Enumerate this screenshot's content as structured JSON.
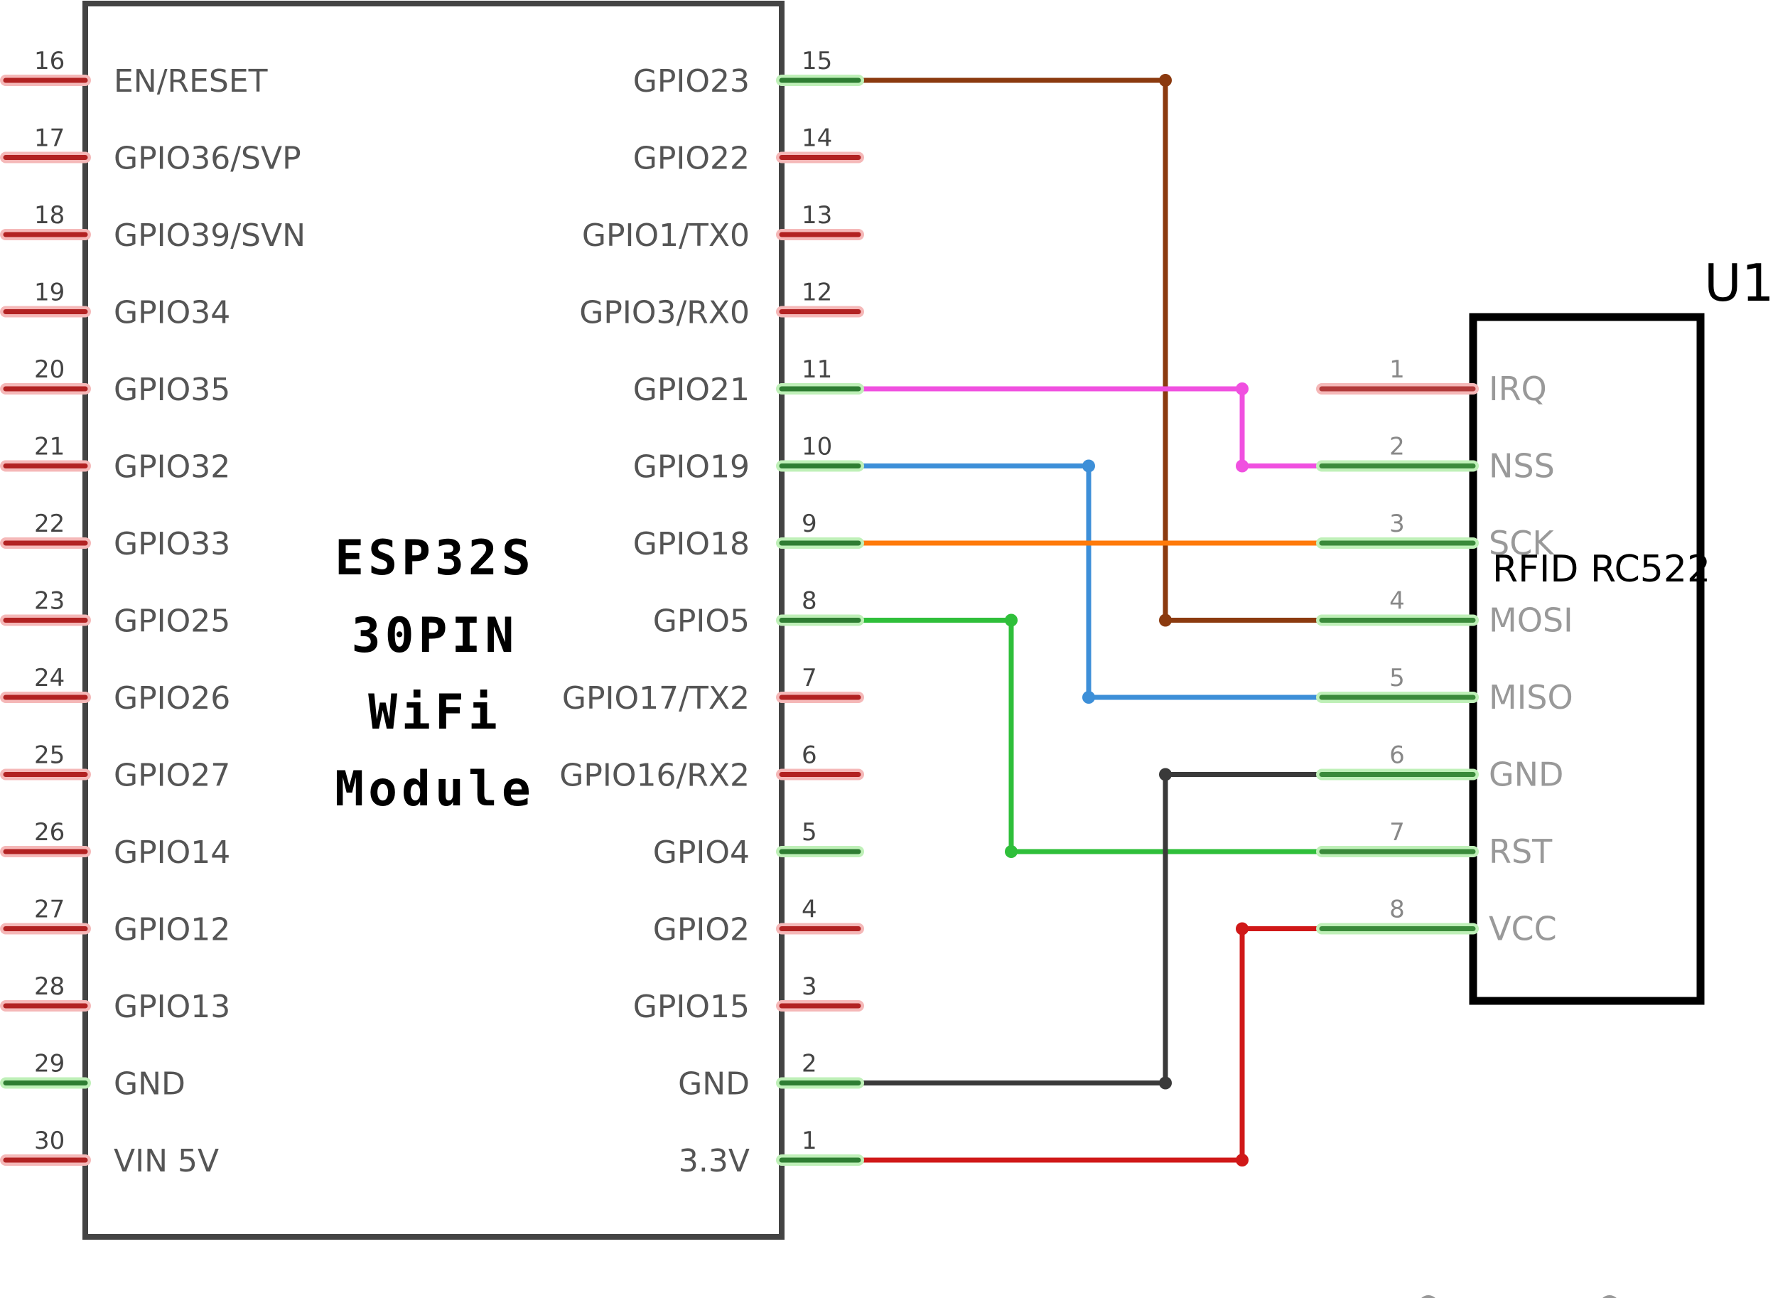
{
  "esp32": {
    "title_lines": [
      "ESP32S",
      "30PIN",
      "WiFi",
      "Module"
    ],
    "left_pins": [
      {
        "num": "16",
        "label": "EN/RESET",
        "connected": false
      },
      {
        "num": "17",
        "label": "GPIO36/SVP",
        "connected": false
      },
      {
        "num": "18",
        "label": "GPIO39/SVN",
        "connected": false
      },
      {
        "num": "19",
        "label": "GPIO34",
        "connected": false
      },
      {
        "num": "20",
        "label": "GPIO35",
        "connected": false
      },
      {
        "num": "21",
        "label": "GPIO32",
        "connected": false
      },
      {
        "num": "22",
        "label": "GPIO33",
        "connected": false
      },
      {
        "num": "23",
        "label": "GPIO25",
        "connected": false
      },
      {
        "num": "24",
        "label": "GPIO26",
        "connected": false
      },
      {
        "num": "25",
        "label": "GPIO27",
        "connected": false
      },
      {
        "num": "26",
        "label": "GPIO14",
        "connected": false
      },
      {
        "num": "27",
        "label": "GPIO12",
        "connected": false
      },
      {
        "num": "28",
        "label": "GPIO13",
        "connected": false
      },
      {
        "num": "29",
        "label": "GND",
        "connected": true
      },
      {
        "num": "30",
        "label": "VIN 5V",
        "connected": false
      }
    ],
    "right_pins": [
      {
        "num": "15",
        "label": "GPIO23",
        "connected": true
      },
      {
        "num": "14",
        "label": "GPIO22",
        "connected": false
      },
      {
        "num": "13",
        "label": "GPIO1/TX0",
        "connected": false
      },
      {
        "num": "12",
        "label": "GPIO3/RX0",
        "connected": false
      },
      {
        "num": "11",
        "label": "GPIO21",
        "connected": true
      },
      {
        "num": "10",
        "label": "GPIO19",
        "connected": true
      },
      {
        "num": "9",
        "label": "GPIO18",
        "connected": true
      },
      {
        "num": "8",
        "label": "GPIO5",
        "connected": true
      },
      {
        "num": "7",
        "label": "GPIO17/TX2",
        "connected": false
      },
      {
        "num": "6",
        "label": "GPIO16/RX2",
        "connected": false
      },
      {
        "num": "5",
        "label": "GPIO4",
        "connected": true
      },
      {
        "num": "4",
        "label": "GPIO2",
        "connected": false
      },
      {
        "num": "3",
        "label": "GPIO15",
        "connected": false
      },
      {
        "num": "2",
        "label": "GND",
        "connected": true
      },
      {
        "num": "1",
        "label": "3.3V",
        "connected": true
      }
    ]
  },
  "rfid": {
    "designator": "U1",
    "part_name": "RFID RC522",
    "pins": [
      {
        "num": "1",
        "label": "IRQ",
        "connected": false
      },
      {
        "num": "2",
        "label": "NSS",
        "connected": true
      },
      {
        "num": "3",
        "label": "SCK",
        "connected": true
      },
      {
        "num": "4",
        "label": "MOSI",
        "connected": true
      },
      {
        "num": "5",
        "label": "MISO",
        "connected": true
      },
      {
        "num": "6",
        "label": "GND",
        "connected": true
      },
      {
        "num": "7",
        "label": "RST",
        "connected": true
      },
      {
        "num": "8",
        "label": "VCC",
        "connected": true
      }
    ]
  },
  "wires": [
    {
      "from": "GPIO23",
      "to": "MOSI",
      "color": "#8b3a0f"
    },
    {
      "from": "GPIO21",
      "to": "NSS",
      "color": "#f050e0"
    },
    {
      "from": "GPIO19",
      "to": "MISO",
      "color": "#3d8fd8"
    },
    {
      "from": "GPIO18",
      "to": "SCK",
      "color": "#ff7a0a"
    },
    {
      "from": "GPIO5",
      "to": "RST",
      "color": "#2fbf3a"
    },
    {
      "from": "GND",
      "to": "GND",
      "color": "#3a3a3a"
    },
    {
      "from": "3.3V",
      "to": "VCC",
      "color": "#d01818"
    }
  ]
}
